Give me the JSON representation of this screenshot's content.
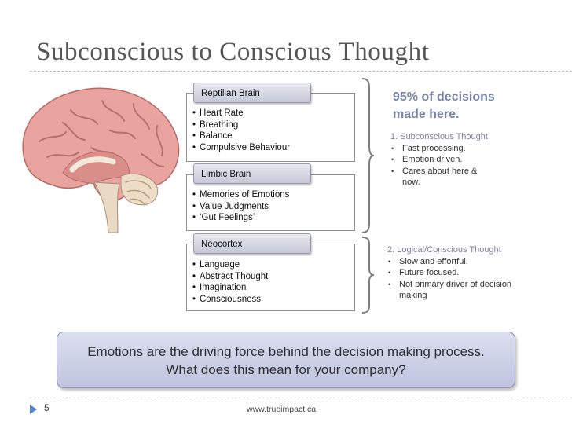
{
  "slide": {
    "title": "Subconscious to Conscious Thought",
    "page_number": "5",
    "footer_url": "www.trueimpact.ca"
  },
  "brain_levels": [
    {
      "label": "Reptilian Brain",
      "items": [
        "Heart Rate",
        "Breathing",
        "Balance",
        "Compulsive Behaviour"
      ]
    },
    {
      "label": "Limbic Brain",
      "items": [
        "Memories of Emotions",
        "Value Judgments",
        "‘Gut Feelings’"
      ]
    },
    {
      "label": "Neocortex",
      "items": [
        "Language",
        "Abstract Thought",
        "Imagination",
        "Consciousness"
      ]
    }
  ],
  "right_panel": {
    "headline_line1": "95% of decisions",
    "headline_line2": "made here.",
    "subconscious": {
      "title": "1. Subconscious Thought",
      "items": [
        "Fast processing.",
        "Emotion driven.",
        "Cares about here &",
        "now."
      ]
    },
    "conscious": {
      "title": "2. Logical/Conscious Thought",
      "items": [
        "Slow and effortful.",
        "Future focused.",
        "Not primary driver of decision",
        "making"
      ]
    }
  },
  "callout": {
    "line1": "Emotions are the driving force behind the decision making process.",
    "line2": "What does this mean for your company?"
  },
  "colors": {
    "accent": "#7a86a8",
    "callout_fill": "#c9cce3",
    "play_icon": "#5a84c6"
  }
}
